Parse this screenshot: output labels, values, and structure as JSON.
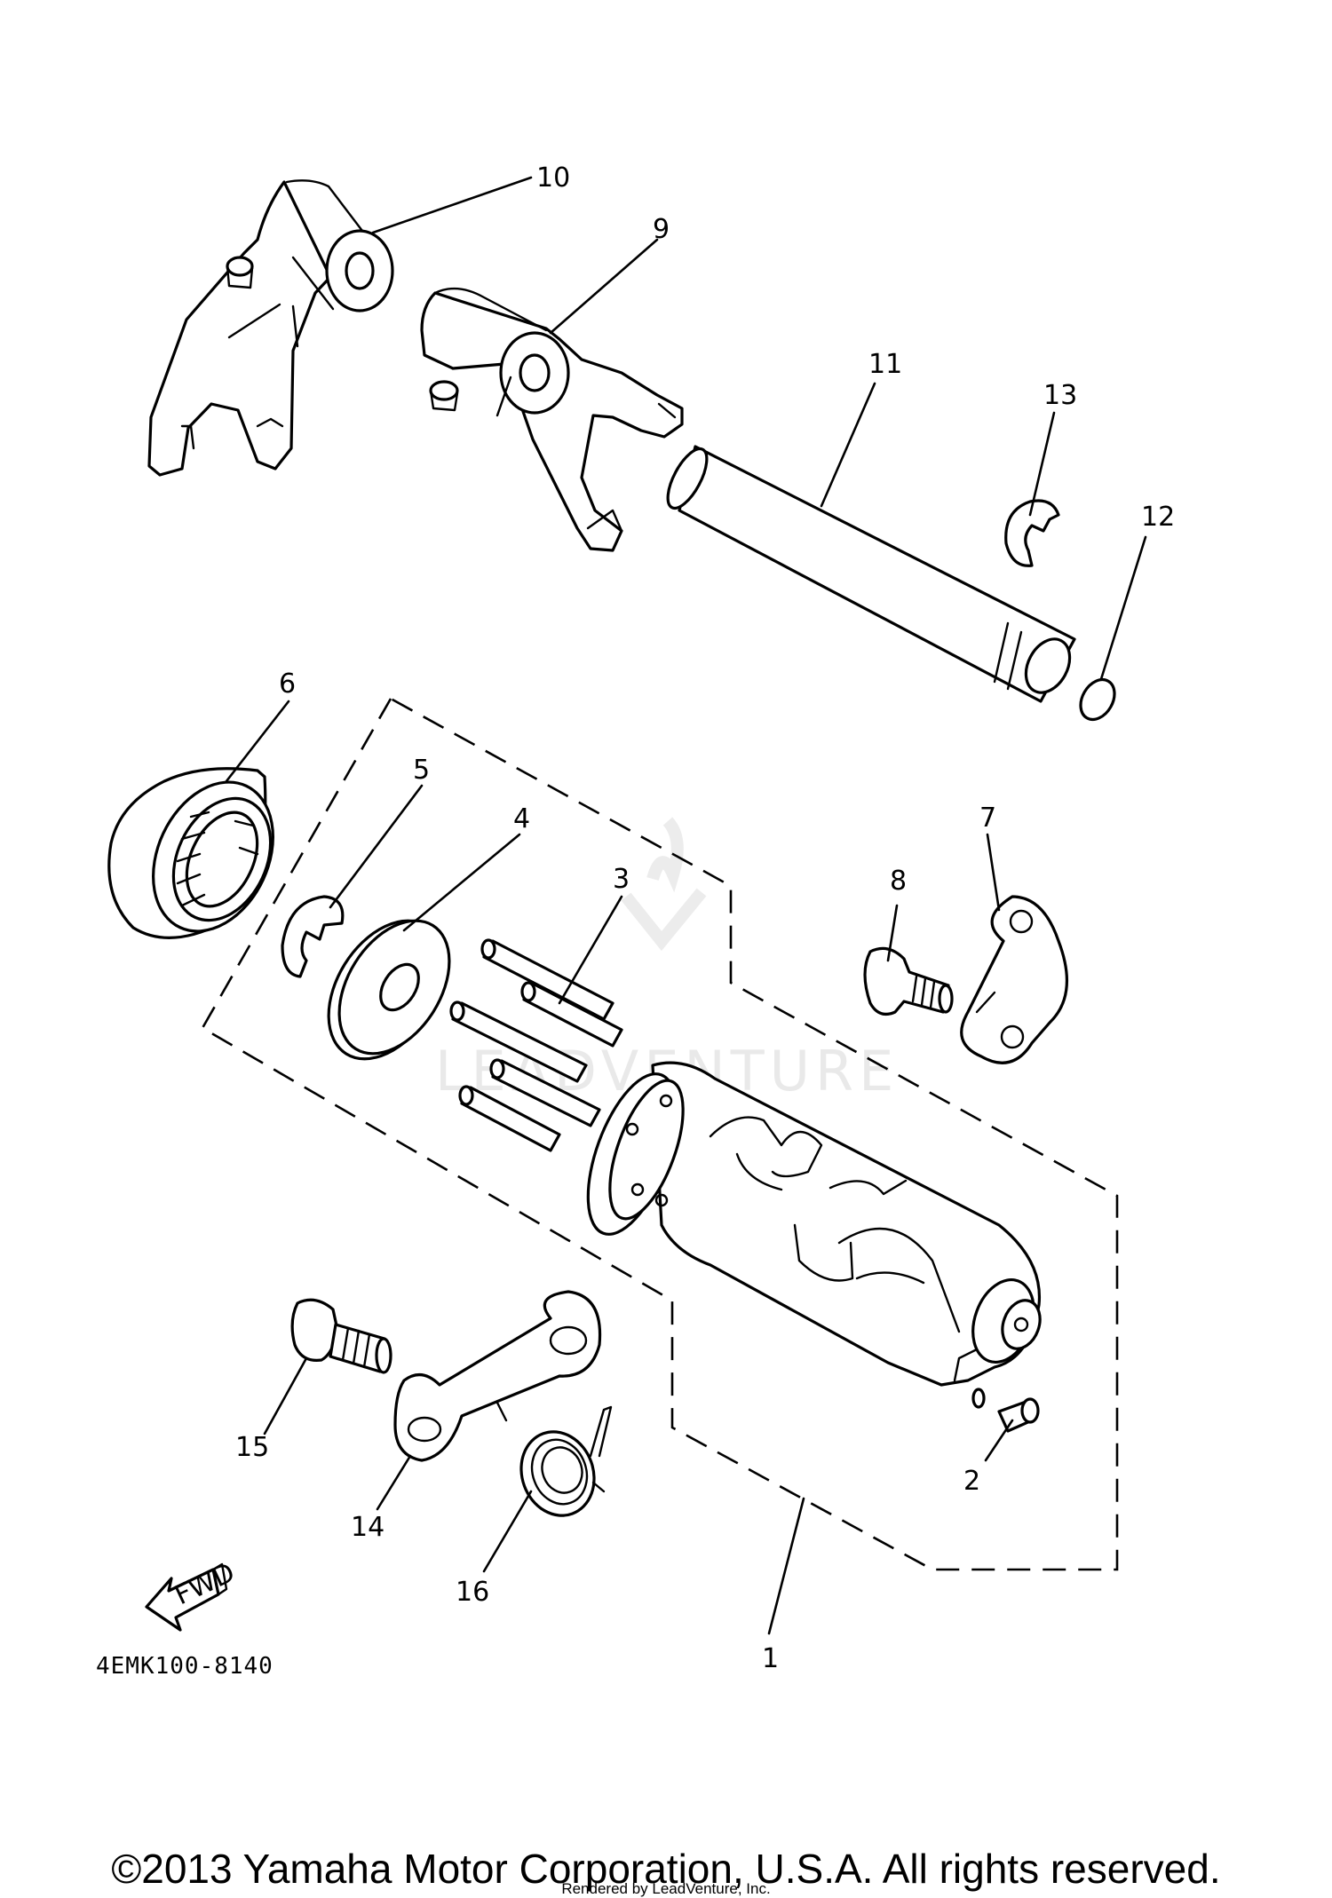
{
  "diagram": {
    "callouts": [
      "1",
      "2",
      "3",
      "4",
      "5",
      "6",
      "7",
      "8",
      "9",
      "10",
      "11",
      "12",
      "13",
      "14",
      "15",
      "16"
    ],
    "fwd_label": "FWD",
    "part_code": "4EMK100-8140",
    "watermark": "LEADVENTURE"
  },
  "footer": {
    "copyright": "©2013 Yamaha Motor Corporation, U.S.A. All rights reserved.",
    "rendered_by": "Rendered by LeadVenture, Inc."
  }
}
